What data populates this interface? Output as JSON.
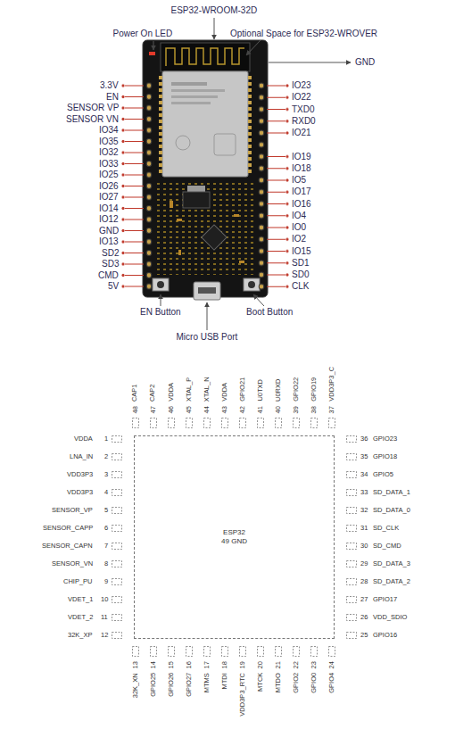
{
  "diagram": {
    "nodes": [
      {
        "text": [
          "ESP32",
          "49 GND"
        ]
      }
    ],
    "labels": [
      "ESP32-WROOM-32D",
      "Power On LED",
      "Optional Space for ESP32-WROVER",
      "GND",
      "3.3V",
      "EN",
      "SENSOR VP",
      "SENSOR VN",
      "IO34",
      "IO35",
      "IO32",
      "IO33",
      "IO25",
      "IO26",
      "IO27",
      "IO14",
      "IO12",
      "GND",
      "IO13",
      "SD2",
      "SD3",
      "CMD",
      "5V",
      "IO23",
      "IO22",
      "TXD0",
      "RXD0",
      "IO21",
      "IO19",
      "IO18",
      "IO5",
      "IO17",
      "IO16",
      "IO4",
      "IO0",
      "IO2",
      "IO15",
      "SD1",
      "SD0",
      "CLK",
      "EN Button",
      "Micro USB Port",
      "Boot Button",
      "VDDA",
      "1",
      "LNA_IN",
      "2",
      "VDD3P3",
      "3",
      "VDD3P3",
      "4",
      "SENSOR_VP",
      "5",
      "SENSOR_CAPP",
      "6",
      "SENSOR_CAPN",
      "7",
      "SENSOR_VN",
      "8",
      "CHIP_PU",
      "9",
      "VDET_1",
      "10",
      "VDET_2",
      "11",
      "32K_XP",
      "12",
      "32K_XN",
      "13",
      "GPIO25",
      "14",
      "GPIO26",
      "15",
      "GPIO27",
      "16",
      "MTMS",
      "17",
      "MTDI",
      "18",
      "VDD3P3_RTC",
      "19",
      "MTCK",
      "20",
      "MTDO",
      "21",
      "GPIO2",
      "22",
      "GPIO0",
      "23",
      "GPIO4",
      "24",
      "GPIO16",
      "25",
      "VDD_SDIO",
      "26",
      "GPIO17",
      "27",
      "SD_DATA_2",
      "28",
      "SD_DATA_3",
      "29",
      "SD_CMD",
      "30",
      "SD_CLK",
      "31",
      "SD_DATA_0",
      "32",
      "SD_DATA_1",
      "33",
      "GPIO5",
      "34",
      "GPIO18",
      "35",
      "GPIO23",
      "36",
      "VDD3P3_C",
      "37",
      "GPIO19",
      "38",
      "GPIO22",
      "39",
      "U0RXD",
      "40",
      "U0TXD",
      "41",
      "GPIO21",
      "42",
      "VDDA",
      "43",
      "XTAL_N",
      "44",
      "XTAL_P",
      "45",
      "VDDA",
      "46",
      "CAP2",
      "47",
      "CAP1",
      "48"
    ]
  }
}
